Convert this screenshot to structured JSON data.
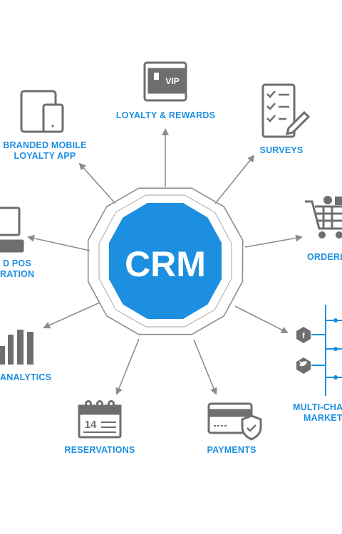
{
  "center": {
    "label": "CRM"
  },
  "nodes": {
    "loyalty": {
      "label": "LOYALTY & REWARDS",
      "icon": "vip-card-icon",
      "badge": "VIP"
    },
    "mobile": {
      "label_line1": "BRANDED MOBILE",
      "label_line2": "LOYALTY APP",
      "icon": "mobile-devices-icon"
    },
    "surveys": {
      "label": "SURVEYS",
      "icon": "survey-checklist-icon"
    },
    "pos": {
      "label_line1": "D POS",
      "label_line2": "RATION",
      "icon": "pos-terminal-icon"
    },
    "ordering": {
      "label": "ORDERI",
      "icon": "shopping-cart-icon"
    },
    "analytics": {
      "label": "ANALYTICS",
      "icon": "bar-chart-icon"
    },
    "marketing": {
      "label_line1": "MULTI-CHA",
      "label_line2": "MARKETI",
      "icon": "social-channels-icon"
    },
    "reservations": {
      "label": "RESERVATIONS",
      "icon": "calendar-icon",
      "date": "14"
    },
    "payments": {
      "label": "PAYMENTS",
      "icon": "credit-card-shield-icon"
    }
  },
  "colors": {
    "accent": "#1c8fe0",
    "icon_gray": "#6d6e70",
    "arrow_gray": "#8c8c8c",
    "octagon_fill": "#1c8fe0",
    "text_on_accent": "#ffffff"
  }
}
